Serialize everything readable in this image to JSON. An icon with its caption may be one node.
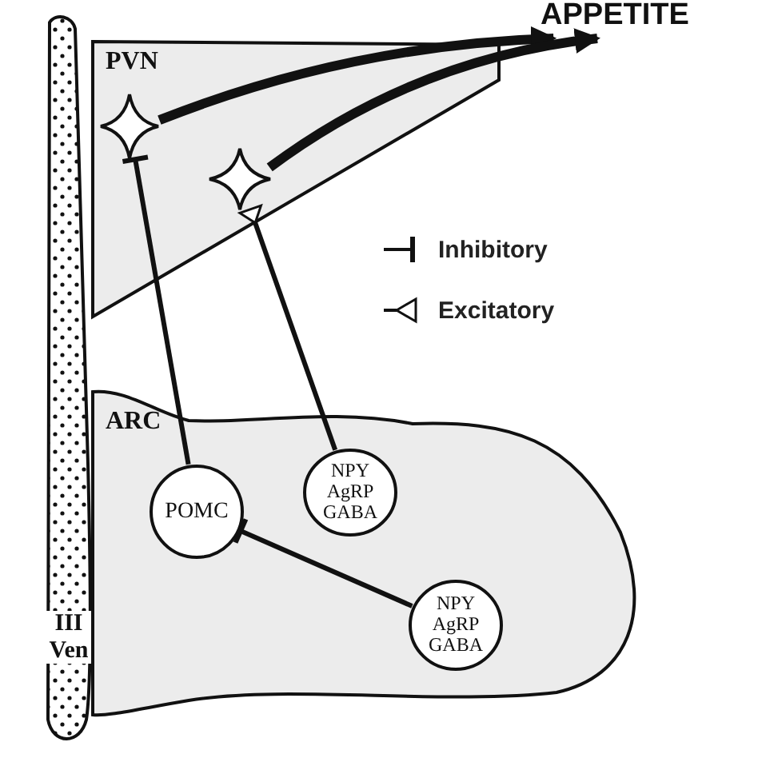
{
  "diagram": {
    "nodes": [
      {
        "text": [
          "PVN"
        ]
      },
      {
        "text": [],
        "shape": "star",
        "in": 0
      },
      {
        "text": [],
        "shape": "star",
        "in": 0
      },
      {
        "text": [
          "ARC"
        ]
      },
      {
        "text": [
          "POMC"
        ],
        "in": 3
      },
      {
        "text": [
          "NPY AgRP GABA"
        ],
        "in": 3
      },
      {
        "text": [
          "NPY AgRP GABA"
        ],
        "in": 3
      },
      {
        "text": [
          "III Ven"
        ]
      },
      {
        "text": [
          "APPETITE"
        ]
      }
    ],
    "edges": [
      {
        "from": 4,
        "to": 1,
        "arrow": "other"
      },
      {
        "from": 5,
        "to": 2,
        "arrow": "other"
      },
      {
        "from": 6,
        "to": 4,
        "arrow": "other"
      },
      {
        "from": 1,
        "to": 8,
        "arrow": "to",
        "style": "thick"
      },
      {
        "from": 2,
        "to": 8,
        "arrow": "to",
        "style": "thick"
      }
    ],
    "legend": [
      {
        "text": "Inhibitory"
      },
      {
        "text": "Excitatory"
      }
    ]
  }
}
